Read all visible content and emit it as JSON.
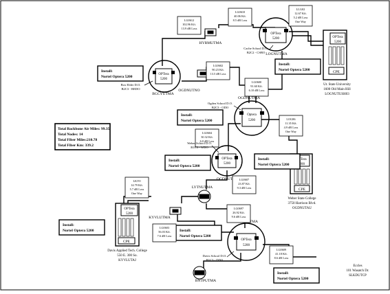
{
  "summary": {
    "backbone_air_miles": "Total Backbone Air Miles: 99.35",
    "nodes": "Total Nodes: 14",
    "fiber_miles": "Total Fiber Miles:210.78",
    "fiber_km": "Total Fiber Km: 339.2"
  },
  "nodes": [
    {
      "id": "hyrmutma",
      "label": "HYRMUTMA"
    },
    {
      "id": "lognutma",
      "label": "LOGNUTMA",
      "device": [
        "OPTera",
        "5200"
      ]
    },
    {
      "id": "bgcyutma",
      "label": "BGCYUTMA",
      "device": [
        "OPTera",
        "5200"
      ]
    },
    {
      "id": "ogdnutno",
      "label": "OGDNUTNO"
    },
    {
      "id": "ogdnutma",
      "label": "OGDNUTMA",
      "device": [
        "Optera",
        "5200"
      ]
    },
    {
      "id": "ogdnutso",
      "label": "OGDNUTSO",
      "device": [
        "OPTera",
        "5200"
      ]
    },
    {
      "id": "lytnutma",
      "label": "LYTNUTMA"
    },
    {
      "id": "kyvlutma",
      "label": "KYVLUTMA"
    },
    {
      "id": "frtnutma",
      "label": "FRTNUTMA",
      "device": [
        "OPTera",
        "5200"
      ]
    },
    {
      "id": "bntputma",
      "label": "BNTPUTMA"
    }
  ],
  "sites": [
    {
      "id": "usu",
      "device": [
        "OPTera",
        "5200"
      ],
      "cpe": "CPE",
      "lines": [
        "Ut. State University",
        "1600 Old Main Hill",
        "LOGNUTUSH03"
      ]
    },
    {
      "id": "weber",
      "device": [
        "OPTera",
        "5200"
      ],
      "cpe": "CPE",
      "lines": [
        "Weber State College",
        "3750 Harrison Blvd.",
        "OGDNUTAU"
      ]
    },
    {
      "id": "davis",
      "device": [
        "OPTera",
        "5200"
      ],
      "cpe": "CPE",
      "lines": [
        "Davis Applied Tech. College",
        "550 E. 300 So.",
        "KYVLUTAJ"
      ]
    },
    {
      "id": "eccles",
      "lines": [
        "Eccles",
        "101 Wasatch Dr.",
        "SLKDUTCP"
      ]
    }
  ],
  "install_boxes": [
    {
      "id": "install-logan",
      "line1": "Install:",
      "line2": "Nortel Optera 5200"
    },
    {
      "id": "install-bgcy",
      "line1": "Install:",
      "line2": "Nortel Optera 5200"
    },
    {
      "id": "install-ogdn",
      "line1": "Install:",
      "line2": "Nortel Optera 5200"
    },
    {
      "id": "install-weber",
      "line1": "Install:",
      "line2": "Nortel Optera 5200"
    },
    {
      "id": "install-ogdnso",
      "line1": "Install:",
      "line2": "Nortel Optera 5200"
    },
    {
      "id": "install-davis",
      "line1": "Install:",
      "line2": "Nortel Optera 5200"
    },
    {
      "id": "install-frtn",
      "line1": "Install:",
      "line2": "Nortel Optera 5200"
    },
    {
      "id": "install-eccles",
      "line1": "Install:",
      "line2": "Nortel Optera 5200"
    }
  ],
  "spans": [
    {
      "id": "span-hyr-logn",
      "lines": [
        "LG0610",
        "40.06 Kft.",
        "8.5 dB Loss"
      ]
    },
    {
      "id": "span-usu",
      "lines": [
        "LLG02",
        "12.67 Kft.",
        "5.2 dB Loss",
        "One Way"
      ]
    },
    {
      "id": "span-bgcy-hyr",
      "lines": [
        "LG0612",
        "102.96 Kft.",
        "13.9 dB Loss"
      ]
    },
    {
      "id": "span-bgcy-ogdnno",
      "lines": [
        "LG0602",
        "90.23 Kft.",
        "13.5 dB Loss"
      ]
    },
    {
      "id": "span-ogdnno-ogdn",
      "lines": [
        "LG0600",
        "91.60 Kft.",
        "6.10 dB Loss"
      ]
    },
    {
      "id": "span-weber",
      "lines": [
        "LOG86",
        "11.35 Kft.",
        "4.9 dB Loss",
        "One Way"
      ]
    },
    {
      "id": "span-ogdn-ogdnso",
      "lines": [
        "LG0604",
        "30.32 Kft.",
        "6.0 dB Loss"
      ]
    },
    {
      "id": "span-davis",
      "lines": [
        "LKY0",
        "14.79 Kft.",
        "5.7 dB Loss",
        "One Way"
      ]
    },
    {
      "id": "span-ogdnso-lytn",
      "lines": [
        "LG0607",
        "23.87 Kft.",
        "9.3 dB Loss"
      ]
    },
    {
      "id": "span-lytn-frtn",
      "lines": [
        "LG0697",
        "26.92 Kft.",
        "9.6 dB Loss"
      ]
    },
    {
      "id": "span-kyvl-frtn",
      "lines": [
        "LG0603",
        "56.03 Kft.",
        "7.6 dB Loss"
      ]
    },
    {
      "id": "span-frtn-bntp",
      "lines": [
        "LG0609",
        "41.18 Kft.",
        "8.6 dB Loss"
      ]
    }
  ],
  "school_labels": [
    {
      "id": "cache-school",
      "lines": [
        "Cache School D.O.",
        "B2C2 - CSBO"
      ]
    },
    {
      "id": "box-elder",
      "lines": [
        "Box Elder D.O.",
        "B2C3 - BEDO"
      ]
    },
    {
      "id": "ogden-school",
      "lines": [
        "Ogden School D.O.",
        "B2C3 - ODO"
      ]
    },
    {
      "id": "weber-school",
      "lines": [
        "Weber School D.O.",
        "B1C3 - WDO"
      ]
    },
    {
      "id": "davis-school",
      "lines": [
        "Davis School D.O.",
        "B1C3 - DDO"
      ]
    }
  ]
}
